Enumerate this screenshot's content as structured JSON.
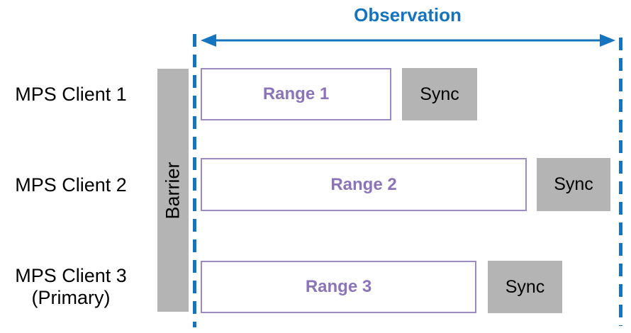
{
  "title": "Observation",
  "colors": {
    "accent_blue": "#1673bd",
    "purple_border": "#9c8ac4",
    "purple_text": "#8b74ba",
    "gray_fill": "#b4b4b4",
    "text_black": "#000000"
  },
  "barrier": {
    "label": "Barrier"
  },
  "rows": [
    {
      "client": "MPS Client 1",
      "range": "Range 1",
      "sync": "Sync"
    },
    {
      "client": "MPS Client 2",
      "range": "Range 2",
      "sync": "Sync"
    },
    {
      "client": "MPS Client 3\n(Primary)",
      "range": "Range 3",
      "sync": "Sync"
    }
  ]
}
